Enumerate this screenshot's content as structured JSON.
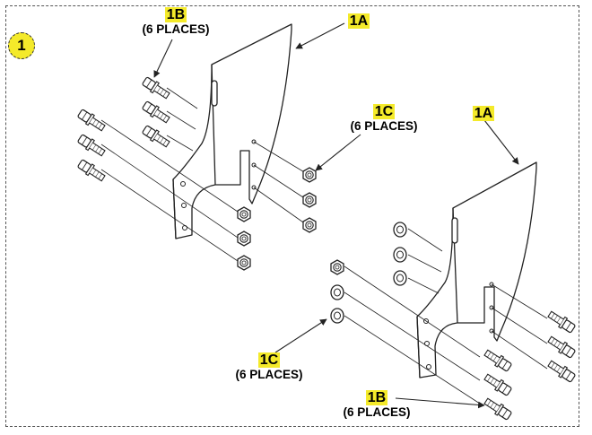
{
  "step_number": "1",
  "callouts": {
    "bolt_top": {
      "tag": "1B",
      "qty": "(6 PLACES)"
    },
    "bracket_top": {
      "tag": "1A"
    },
    "nut_top": {
      "tag": "1C",
      "qty": "(6 PLACES)"
    },
    "bracket_right": {
      "tag": "1A"
    },
    "nut_bottom": {
      "tag": "1C",
      "qty": "(6 PLACES)"
    },
    "bolt_bottom": {
      "tag": "1B",
      "qty": "(6 PLACES)"
    }
  },
  "colors": {
    "highlight": "#f4ea2a",
    "line": "#222222",
    "frame": "#555555"
  }
}
